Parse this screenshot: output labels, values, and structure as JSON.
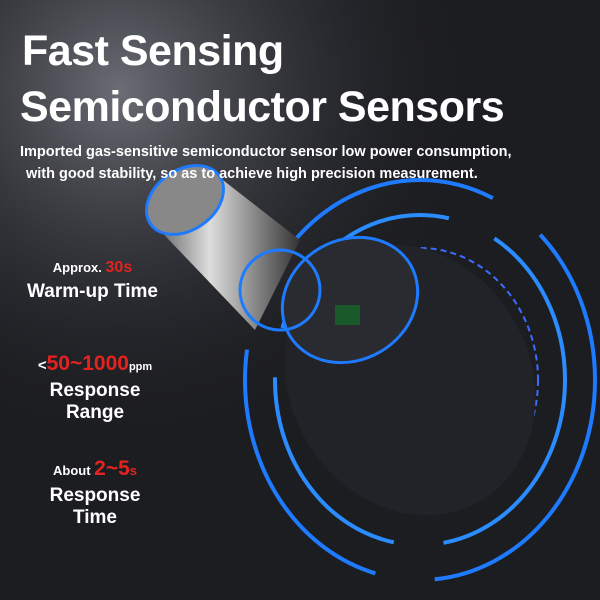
{
  "headline": {
    "line1": "Fast Sensing",
    "line2": "Semiconductor Sensors"
  },
  "description": {
    "line1": "Imported gas-sensitive semiconductor sensor low power consumption,",
    "line2": "with good stability, so as to achieve high precision measurement."
  },
  "specs": [
    {
      "prefix": "Approx. ",
      "value": "30s",
      "unit": "",
      "label": "Warm-up Time"
    },
    {
      "prefix": "<",
      "value": "50~1000",
      "unit": "ppm",
      "label": "Response Range"
    },
    {
      "prefix": "About ",
      "value": "2~5",
      "unit": "s",
      "label": "Response Time"
    }
  ],
  "colors": {
    "accent": "#e3231f",
    "ring": "#1e7bff",
    "background": "#1c1d21"
  }
}
